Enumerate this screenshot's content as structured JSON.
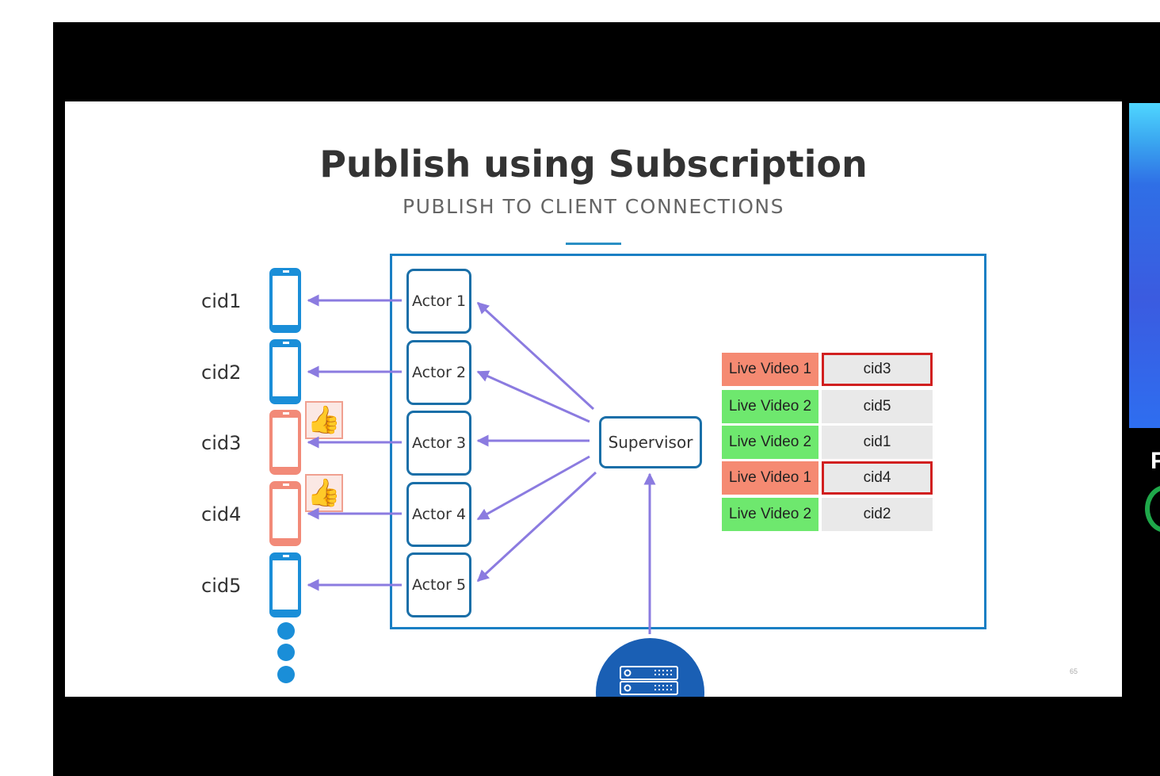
{
  "slide": {
    "title": "Publish using Subscription",
    "subtitle": "PUBLISH TO CLIENT CONNECTIONS",
    "page_number": "65"
  },
  "clients": [
    {
      "label": "cid1",
      "color": "#1a8ed8",
      "liked": false
    },
    {
      "label": "cid2",
      "color": "#1a8ed8",
      "liked": false
    },
    {
      "label": "cid3",
      "color": "#f28a78",
      "liked": true
    },
    {
      "label": "cid4",
      "color": "#f28a78",
      "liked": true
    },
    {
      "label": "cid5",
      "color": "#1a8ed8",
      "liked": false
    }
  ],
  "actors": [
    {
      "label": "Actor 1"
    },
    {
      "label": "Actor 2"
    },
    {
      "label": "Actor 3"
    },
    {
      "label": "Actor 4"
    },
    {
      "label": "Actor 5"
    }
  ],
  "supervisor": {
    "label": "Supervisor"
  },
  "subscriptions": [
    {
      "video": "Live Video 1",
      "video_color": "#f58a72",
      "connection": "cid3",
      "highlighted": true
    },
    {
      "video": "Live Video 2",
      "video_color": "#6ee86e",
      "connection": "cid5",
      "highlighted": false
    },
    {
      "video": "Live Video 2",
      "video_color": "#6ee86e",
      "connection": "cid1",
      "highlighted": false
    },
    {
      "video": "Live Video 1",
      "video_color": "#f58a72",
      "connection": "cid4",
      "highlighted": true
    },
    {
      "video": "Live Video 2",
      "video_color": "#6ee86e",
      "connection": "cid2",
      "highlighted": false
    }
  ],
  "colors": {
    "accent": "#2a8fc4",
    "arrow": "#8b7be0",
    "phone_blue": "#1a8ed8",
    "phone_pink": "#f28a78",
    "highlight_border": "#d11f1f",
    "server": "#1a5fb4"
  },
  "icons": {
    "like": "thumbs-up-icon",
    "device": "smartphone-icon",
    "server": "server-icon",
    "more": "ellipsis-dots-icon"
  }
}
